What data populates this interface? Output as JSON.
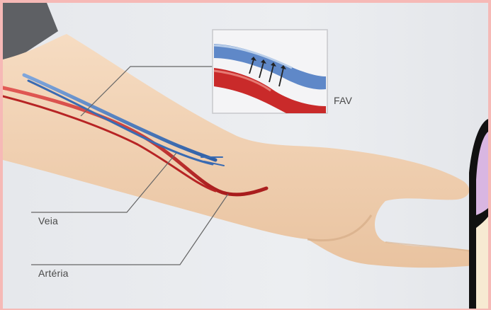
{
  "labels": {
    "fav": "FAV",
    "veia": "Veia",
    "arteria": "Artéria"
  },
  "colors": {
    "frame": "#f6b9b6",
    "background": "#e8eaee",
    "skin": "#f2d2b4",
    "sleeve": "#5e6064",
    "vein": "#3d74b8",
    "artery": "#c92a2a",
    "callout_line": "#666666",
    "decor_outline": "#111111",
    "decor_fill": "#d9b6e2"
  },
  "icons": {
    "arrows": "upward-arrows-icon"
  }
}
